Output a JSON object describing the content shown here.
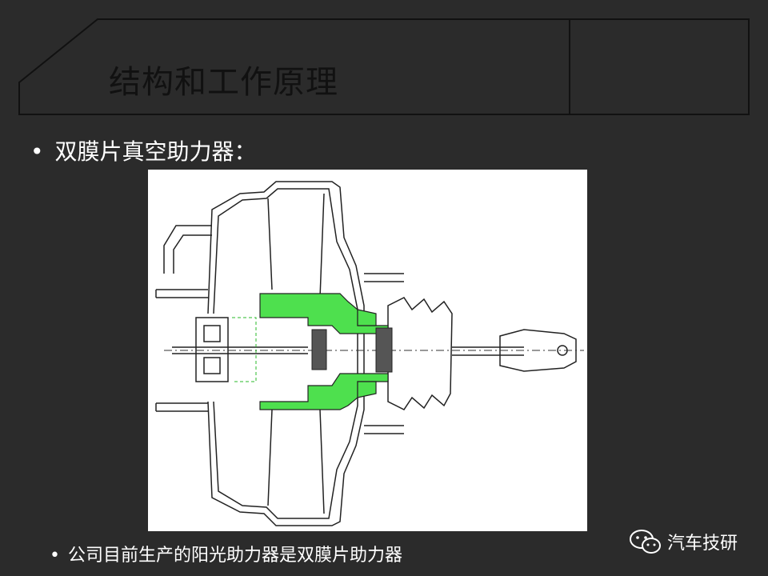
{
  "header": {
    "title": "结构和工作原理"
  },
  "main": {
    "bullet_symbol": "•",
    "heading": "双膜片真空助力器：",
    "note": "公司目前生产的阳光助力器是双膜片助力器"
  },
  "watermark": {
    "text": "汽车技研",
    "icon": "wechat-icon"
  },
  "colors": {
    "background": "#2b2b2b",
    "highlight": "#4ee04e"
  }
}
